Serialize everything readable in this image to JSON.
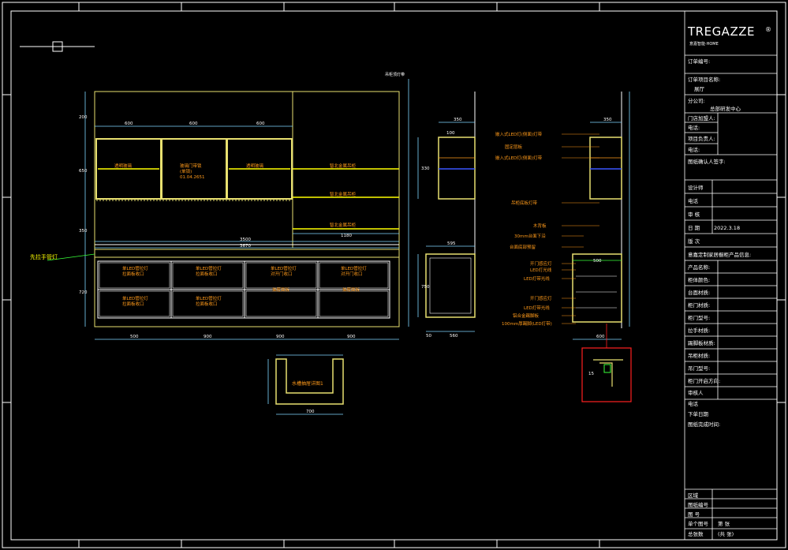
{
  "colors": {
    "frame": "#ffffff",
    "cabinet": "#e8e070",
    "dimension": "#7fd6ff",
    "label": "#ff9a1a",
    "green": "#39ff39",
    "blue": "#3a55ff",
    "red": "#ff2020",
    "magenta": "#ff40ff",
    "yellow": "#ffff00"
  },
  "title_block": {
    "brand": "TREGAZZE",
    "brand_suffix": "®",
    "brand_sub": "意嘉智能·HOME",
    "rows": [
      {
        "label": "订单编号:",
        "value": ""
      },
      {
        "label": "订单项目名称:",
        "value": "展厅"
      },
      {
        "label": "分公司:",
        "value": "总部研发中心"
      },
      {
        "label": "门店加盟人:",
        "value": ""
      },
      {
        "label": "电话:",
        "value": ""
      },
      {
        "label": "项目负责人:",
        "value": ""
      },
      {
        "label": "电话:",
        "value": ""
      },
      {
        "label": "图纸确认人签字:",
        "value": ""
      },
      {
        "label": "设计师",
        "value": ""
      },
      {
        "label": "电话",
        "value": ""
      },
      {
        "label": "审 核",
        "value": ""
      },
      {
        "label": "日 期",
        "value": "2022.3.18"
      },
      {
        "label": "版 次",
        "value": ""
      },
      {
        "label": "意嘉定制家居橱柜产品信息:",
        "value": ""
      },
      {
        "label": "产品名称:",
        "value": ""
      },
      {
        "label": "柜体颜色:",
        "value": ""
      },
      {
        "label": "台面材质:",
        "value": ""
      },
      {
        "label": "柜门材质:",
        "value": ""
      },
      {
        "label": "柜门型号:",
        "value": ""
      },
      {
        "label": "拉手材质:",
        "value": ""
      },
      {
        "label": "踢脚板材质:",
        "value": ""
      },
      {
        "label": "吊柜材质:",
        "value": ""
      },
      {
        "label": "吊门型号:",
        "value": ""
      },
      {
        "label": "柜门开启方向:",
        "value": ""
      },
      {
        "label": "审核人",
        "value": ""
      },
      {
        "label": "电话",
        "value": ""
      },
      {
        "label": "下单日期",
        "value": ""
      },
      {
        "label": "图纸完成时间:",
        "value": ""
      }
    ],
    "bottom_rows": [
      {
        "label": "区域",
        "value": ""
      },
      {
        "label": "图纸编号",
        "value": ""
      },
      {
        "label": "图 号",
        "value": ""
      },
      {
        "label": "单个图号",
        "value": "第 张"
      },
      {
        "label": "总张数",
        "value": "(共 张)"
      }
    ]
  },
  "front_elevation": {
    "top_dims": [
      "600",
      "600",
      "600"
    ],
    "left_dims": [
      "200",
      "650",
      "350",
      "720"
    ],
    "overall_dims": [
      "3500",
      "3670"
    ],
    "upper_labels": [
      "透明玻璃",
      "玻璃门带锁\n(单锁)\n01.04.2651",
      "透明玻璃"
    ],
    "shelf_labels": [
      "智北金属吊柜",
      "智北金属吊柜",
      "智北金属吊柜"
    ],
    "shelf_dim": "1180",
    "side_label": "先拉手管灯",
    "corner_label": "吊柜顶灯带",
    "lower_cells": [
      "单LED管拉灯\n拉面板收口",
      "单LED管拉灯\n拉面板收口",
      "单LED管拉灯\n对开门收口",
      "单LED管拉灯\n对开门收口",
      "单LED管拉灯\n拉面板收口",
      "单LED管拉灯\n拉面板收口",
      "抽屉面板",
      "抽屉面板"
    ],
    "bottom_dims": [
      "500",
      "900",
      "900",
      "900"
    ]
  },
  "plan_detail": {
    "label": "水槽抽屉详图1",
    "dim": "700"
  },
  "side_section": {
    "top_dims": [
      "350",
      "350"
    ],
    "dims": [
      "100",
      "330",
      "750",
      "595",
      "50",
      "560"
    ],
    "right_labels": [
      "嵌入式LED灯(侧面)灯带",
      "固定层板",
      "嵌入式LED灯(侧面)灯带",
      "吊柜底板灯带",
      "木背板",
      "30mm台面下沿",
      "台面底部预留",
      "开门感应灯",
      "LED灯光线",
      "LED灯带光线",
      "开门感应灯",
      "LED灯带光线",
      "铝合金踢脚板",
      "100mm厚踢脚(LED灯带)"
    ],
    "section_dims": [
      "500",
      "600",
      "15"
    ]
  }
}
